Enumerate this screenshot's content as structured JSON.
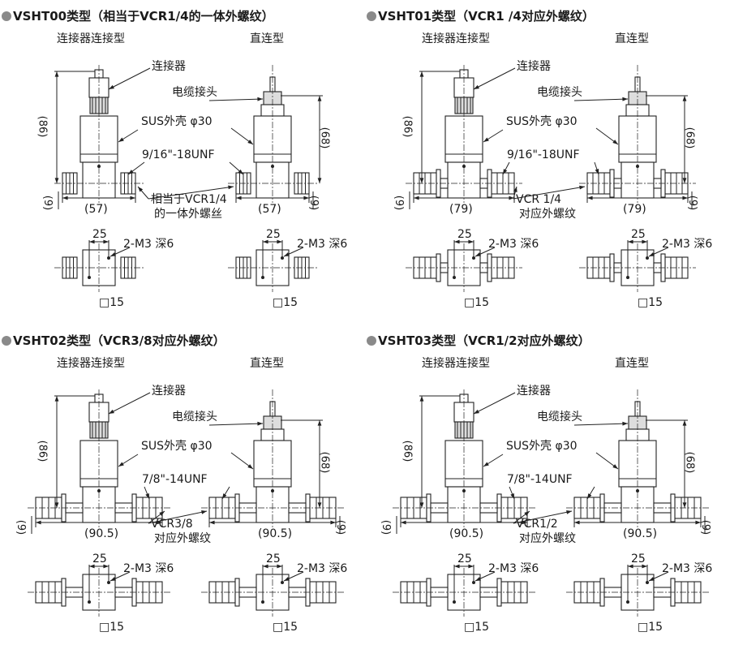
{
  "quadrants": [
    {
      "title": "VSHT00类型（相当于VCR1/4的一体外螺纹）",
      "sub_left": "连接器连接型",
      "sub_right": "直连型",
      "connector": "连接器",
      "cable_gland": "电缆接头",
      "housing": "SUS外壳 φ30",
      "thread": "9/16\"-18UNF",
      "vcr_line1": "相当于VCR1/4",
      "vcr_line2": "的一体外螺丝",
      "dim_height_left": "(86)",
      "dim_height_right": "(68)",
      "dim_offset": "(9)",
      "dim_width": "(57)",
      "dim_pitch": "25",
      "tap": "2-M3 深6",
      "square": "□15"
    },
    {
      "title": "VSHT01类型（VCR1 /4对应外螺纹）",
      "sub_left": "连接器连接型",
      "sub_right": "直连型",
      "connector": "连接器",
      "cable_gland": "电缆接头",
      "housing": "SUS外壳 φ30",
      "thread": "9/16\"-18UNF",
      "vcr_line1": "VCR 1/4",
      "vcr_line2": "对应外螺纹",
      "dim_height_left": "(86)",
      "dim_height_right": "(68)",
      "dim_offset": "(9)",
      "dim_width": "(79)",
      "dim_pitch": "25",
      "tap": "2-M3 深6",
      "square": "□15"
    },
    {
      "title": "VSHT02类型（VCR3/8对应外螺纹）",
      "sub_left": "连接器连接型",
      "sub_right": "直连型",
      "connector": "连接器",
      "cable_gland": "电缆接头",
      "housing": "SUS外壳 φ30",
      "thread": "7/8\"-14UNF",
      "vcr_line1": "VCR3/8",
      "vcr_line2": "对应外螺纹",
      "dim_height_left": "(86)",
      "dim_height_right": "(68)",
      "dim_offset": "(9)",
      "dim_width": "(90.5)",
      "dim_pitch": "25",
      "tap": "2-M3 深6",
      "square": "□15"
    },
    {
      "title": "VSHT03类型（VCR1/2对应外螺纹）",
      "sub_left": "连接器连接型",
      "sub_right": "直连型",
      "connector": "连接器",
      "cable_gland": "电缆接头",
      "housing": "SUS外壳 φ30",
      "thread": "7/8\"-14UNF",
      "vcr_line1": "VCR1/2",
      "vcr_line2": "对应外螺纹",
      "dim_height_left": "(86)",
      "dim_height_right": "(68)",
      "dim_offset": "(9)",
      "dim_width": "(90.5)",
      "dim_pitch": "25",
      "tap": "2-M3 深6",
      "square": "□15"
    }
  ]
}
